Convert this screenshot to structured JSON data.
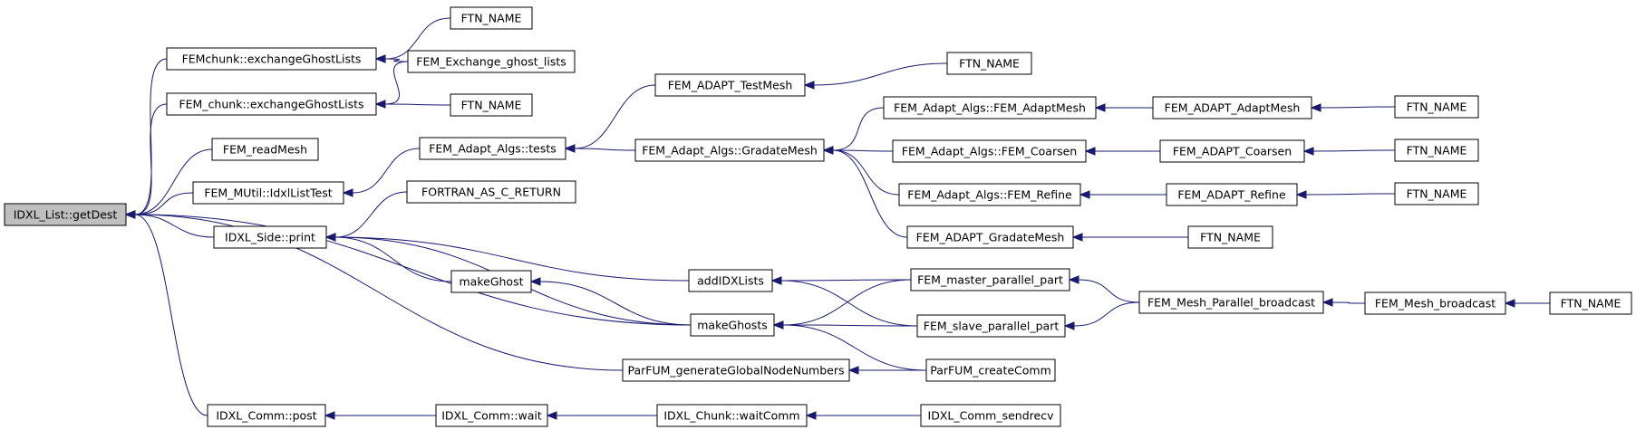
{
  "nodes": [
    {
      "id": "n0",
      "label": "IDXL_List::getDest",
      "root": true
    },
    {
      "id": "n1",
      "label": "FEMchunk::exchangeGhostLists"
    },
    {
      "id": "n2",
      "label": "FEM_chunk::exchangeGhostLists"
    },
    {
      "id": "n3",
      "label": "FEM_readMesh"
    },
    {
      "id": "n4",
      "label": "FEM_MUtil::IdxlListTest"
    },
    {
      "id": "n5",
      "label": "IDXL_Side::print"
    },
    {
      "id": "n6",
      "label": "ParFUM_generateGlobalNodeNumbers"
    },
    {
      "id": "n7",
      "label": "IDXL_Comm::post"
    },
    {
      "id": "n8",
      "label": "FTN_NAME"
    },
    {
      "id": "n9",
      "label": "FEM_Exchange_ghost_lists"
    },
    {
      "id": "n10",
      "label": "FTN_NAME"
    },
    {
      "id": "n11",
      "label": "FEM_Adapt_Algs::tests"
    },
    {
      "id": "n12",
      "label": "FORTRAN_AS_C_RETURN"
    },
    {
      "id": "n13",
      "label": "makeGhost"
    },
    {
      "id": "n14",
      "label": "IDXL_Comm::wait"
    },
    {
      "id": "n15",
      "label": "FEM_ADAPT_TestMesh"
    },
    {
      "id": "n16",
      "label": "FEM_Adapt_Algs::GradateMesh"
    },
    {
      "id": "n17",
      "label": "addIDXLists"
    },
    {
      "id": "n18",
      "label": "makeGhosts"
    },
    {
      "id": "n19",
      "label": "IDXL_Chunk::waitComm"
    },
    {
      "id": "n20",
      "label": "FTN_NAME"
    },
    {
      "id": "n21",
      "label": "FEM_Adapt_Algs::FEM_AdaptMesh"
    },
    {
      "id": "n22",
      "label": "FEM_Adapt_Algs::FEM_Coarsen"
    },
    {
      "id": "n23",
      "label": "FEM_Adapt_Algs::FEM_Refine"
    },
    {
      "id": "n24",
      "label": "FEM_ADAPT_GradateMesh"
    },
    {
      "id": "n25",
      "label": "FEM_master_parallel_part"
    },
    {
      "id": "n26",
      "label": "FEM_slave_parallel_part"
    },
    {
      "id": "n27",
      "label": "ParFUM_createComm"
    },
    {
      "id": "n28",
      "label": "IDXL_Comm_sendrecv"
    },
    {
      "id": "n29",
      "label": "FEM_ADAPT_AdaptMesh"
    },
    {
      "id": "n30",
      "label": "FEM_ADAPT_Coarsen"
    },
    {
      "id": "n31",
      "label": "FEM_ADAPT_Refine"
    },
    {
      "id": "n32",
      "label": "FTN_NAME"
    },
    {
      "id": "n33",
      "label": "FEM_Mesh_Parallel_broadcast"
    },
    {
      "id": "n34",
      "label": "FTN_NAME"
    },
    {
      "id": "n35",
      "label": "FTN_NAME"
    },
    {
      "id": "n36",
      "label": "FTN_NAME"
    },
    {
      "id": "n37",
      "label": "FEM_Mesh_broadcast"
    },
    {
      "id": "n38",
      "label": "FTN_NAME"
    }
  ],
  "edges": [
    {
      "from": "n1",
      "to": "n0"
    },
    {
      "from": "n2",
      "to": "n0"
    },
    {
      "from": "n3",
      "to": "n0"
    },
    {
      "from": "n4",
      "to": "n0"
    },
    {
      "from": "n5",
      "to": "n0"
    },
    {
      "from": "n18",
      "to": "n0"
    },
    {
      "from": "n6",
      "to": "n0"
    },
    {
      "from": "n7",
      "to": "n0"
    },
    {
      "from": "n8",
      "to": "n1"
    },
    {
      "from": "n9",
      "to": "n1"
    },
    {
      "from": "n9",
      "to": "n2"
    },
    {
      "from": "n10",
      "to": "n2"
    },
    {
      "from": "n11",
      "to": "n4"
    },
    {
      "from": "n12",
      "to": "n5"
    },
    {
      "from": "n13",
      "to": "n5"
    },
    {
      "from": "n17",
      "to": "n5"
    },
    {
      "from": "n18",
      "to": "n5"
    },
    {
      "from": "n14",
      "to": "n7"
    },
    {
      "from": "n15",
      "to": "n11"
    },
    {
      "from": "n16",
      "to": "n11"
    },
    {
      "from": "n18",
      "to": "n13"
    },
    {
      "from": "n19",
      "to": "n14"
    },
    {
      "from": "n20",
      "to": "n15"
    },
    {
      "from": "n21",
      "to": "n16"
    },
    {
      "from": "n22",
      "to": "n16"
    },
    {
      "from": "n23",
      "to": "n16"
    },
    {
      "from": "n24",
      "to": "n16"
    },
    {
      "from": "n25",
      "to": "n17"
    },
    {
      "from": "n26",
      "to": "n17"
    },
    {
      "from": "n25",
      "to": "n18"
    },
    {
      "from": "n26",
      "to": "n18"
    },
    {
      "from": "n27",
      "to": "n18"
    },
    {
      "from": "n27",
      "to": "n6"
    },
    {
      "from": "n28",
      "to": "n19"
    },
    {
      "from": "n29",
      "to": "n21"
    },
    {
      "from": "n30",
      "to": "n22"
    },
    {
      "from": "n31",
      "to": "n23"
    },
    {
      "from": "n32",
      "to": "n24"
    },
    {
      "from": "n33",
      "to": "n25"
    },
    {
      "from": "n33",
      "to": "n26"
    },
    {
      "from": "n34",
      "to": "n29"
    },
    {
      "from": "n35",
      "to": "n30"
    },
    {
      "from": "n36",
      "to": "n31"
    },
    {
      "from": "n37",
      "to": "n33"
    },
    {
      "from": "n38",
      "to": "n37"
    }
  ]
}
